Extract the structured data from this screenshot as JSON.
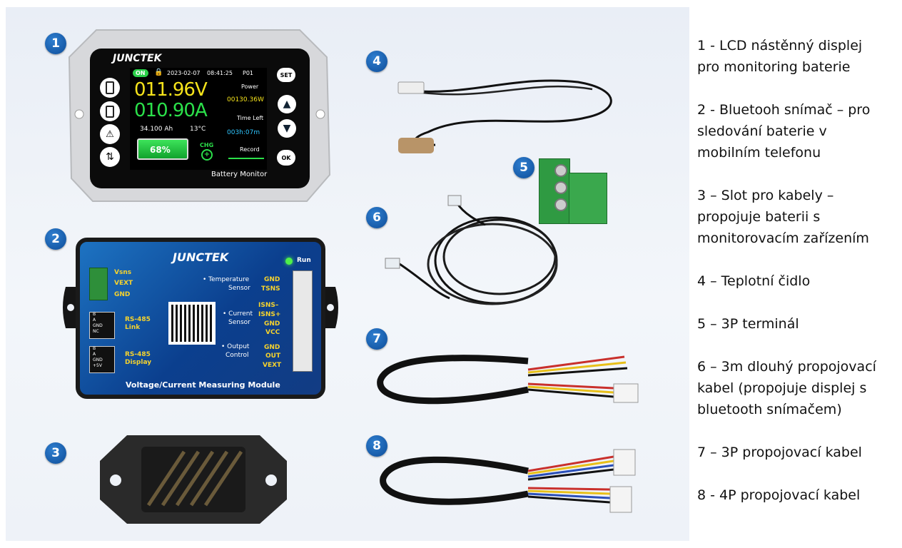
{
  "badges": [
    "1",
    "2",
    "3",
    "4",
    "5",
    "6",
    "7",
    "8"
  ],
  "display": {
    "brand": "JUNCTEK",
    "on": "ON",
    "date": "2023-02-07",
    "time": "08:41:25",
    "profile": "P01",
    "voltage": "011.96V",
    "current": "010.90A",
    "capacity": "34.100 Ah",
    "temperature": "13°C",
    "percent": "68%",
    "chg": "CHG",
    "power_label": "Power",
    "power_value": "00130.36W",
    "time_left_label": "Time Left",
    "time_left_value": "003h:07m",
    "record_label": "Record",
    "footer": "Battery Monitor",
    "btn_set": "SET",
    "btn_ok": "OK"
  },
  "module": {
    "brand": "JUNCTEK",
    "run": "Run",
    "vsns": "Vsns",
    "vext": "VEXT",
    "gnd": "GND",
    "rs485_link": [
      "RS-485",
      "Link"
    ],
    "rs485_display": [
      "RS-485",
      "Display"
    ],
    "link_pins": [
      "B",
      "A",
      "GND",
      "NC"
    ],
    "display_pins": [
      "B",
      "A",
      "GND",
      "+5V"
    ],
    "temp_sensor": [
      "• Temperature",
      "Sensor"
    ],
    "current_sensor": [
      "• Current",
      "Sensor"
    ],
    "output_control": [
      "• Output",
      "Control"
    ],
    "temp_pins": [
      "GND",
      "TSNS"
    ],
    "current_pins": [
      "ISNS–",
      "ISNS+",
      "GND",
      "VCC"
    ],
    "output_pins": [
      "GND",
      "OUT",
      "VEXT"
    ],
    "footer": "Voltage/Current Measuring Module"
  },
  "legend": [
    [
      "1 - LCD nástěnný displej",
      "pro monitoring baterie"
    ],
    [
      "2 - Bluetooh snímač – pro",
      "sledování baterie v",
      "mobilním telefonu"
    ],
    [
      "3 – Slot pro kabely –",
      "propojuje baterii s",
      "monitorovacím zařízením"
    ],
    [
      "4 – Teplotní čidlo"
    ],
    [
      "5 – 3P terminál"
    ],
    [
      "6 – 3m dlouhý propojovací",
      "kabel (propojuje displej s",
      "bluetooth snímačem)"
    ],
    [
      "7 – 3P propojovací kabel"
    ],
    [
      "8 - 4P propojovací kabel"
    ]
  ],
  "colors": {
    "voltage": "#f5e31b",
    "current": "#2be04a",
    "accent": "#0d4c98"
  }
}
